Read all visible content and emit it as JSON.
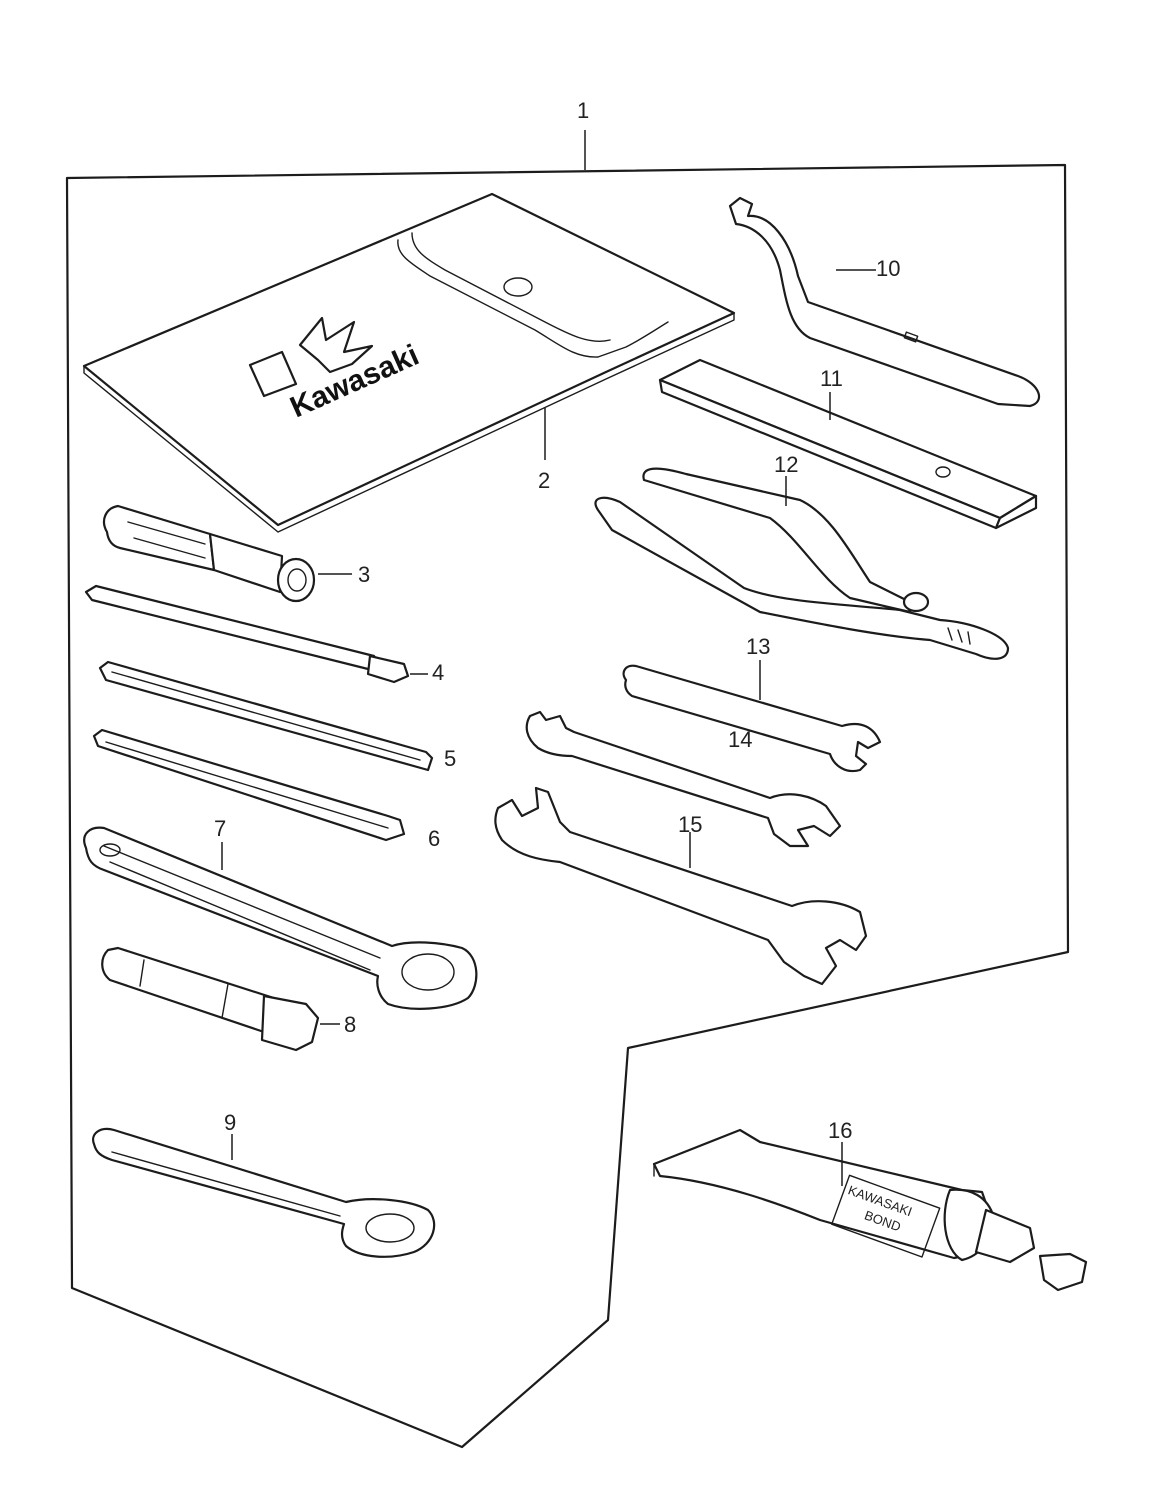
{
  "callouts": [
    {
      "id": "1",
      "label": "1"
    },
    {
      "id": "2",
      "label": "2"
    },
    {
      "id": "3",
      "label": "3"
    },
    {
      "id": "4",
      "label": "4"
    },
    {
      "id": "5",
      "label": "5"
    },
    {
      "id": "6",
      "label": "6"
    },
    {
      "id": "7",
      "label": "7"
    },
    {
      "id": "8",
      "label": "8"
    },
    {
      "id": "9",
      "label": "9"
    },
    {
      "id": "10",
      "label": "10"
    },
    {
      "id": "11",
      "label": "11"
    },
    {
      "id": "12",
      "label": "12"
    },
    {
      "id": "13",
      "label": "13"
    },
    {
      "id": "14",
      "label": "14"
    },
    {
      "id": "15",
      "label": "15"
    },
    {
      "id": "16",
      "label": "16"
    }
  ],
  "tool_bag": {
    "logo_text": "Kawasaki"
  },
  "grease_tube": {
    "line1": "KAWASAKI",
    "line2": "BOND"
  }
}
